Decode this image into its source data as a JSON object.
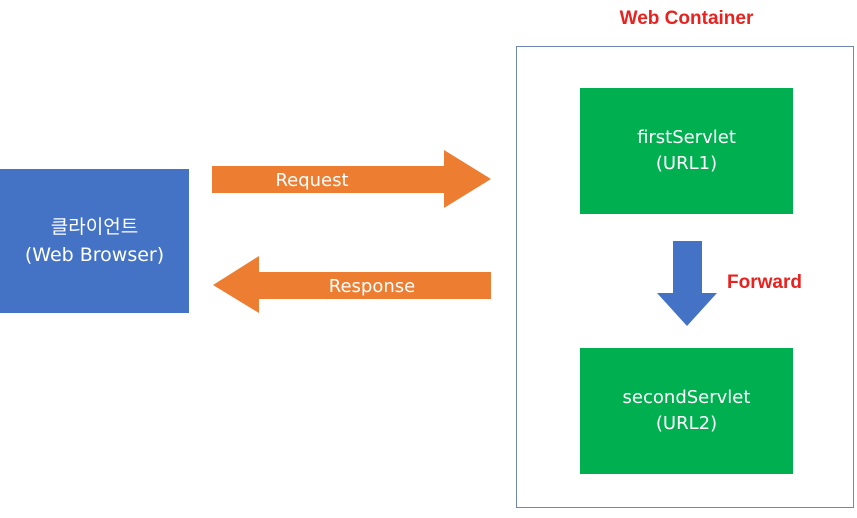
{
  "web_container": {
    "title": "Web Container"
  },
  "client": {
    "line1": "클라이언트",
    "line2": "(Web Browser)"
  },
  "servlets": {
    "first": {
      "name": "firstServlet",
      "url": "(URL1)"
    },
    "second": {
      "name": "secondServlet",
      "url": "(URL2)"
    }
  },
  "arrows": {
    "request": "Request",
    "response": "Response",
    "forward": "Forward"
  },
  "colors": {
    "client_fill": "#4472c4",
    "servlet_fill": "#00b050",
    "arrow_fill": "#ed7d31",
    "forward_arrow_fill": "#4472c4",
    "label_red": "#e8221f",
    "container_border": "#6f86b6"
  }
}
